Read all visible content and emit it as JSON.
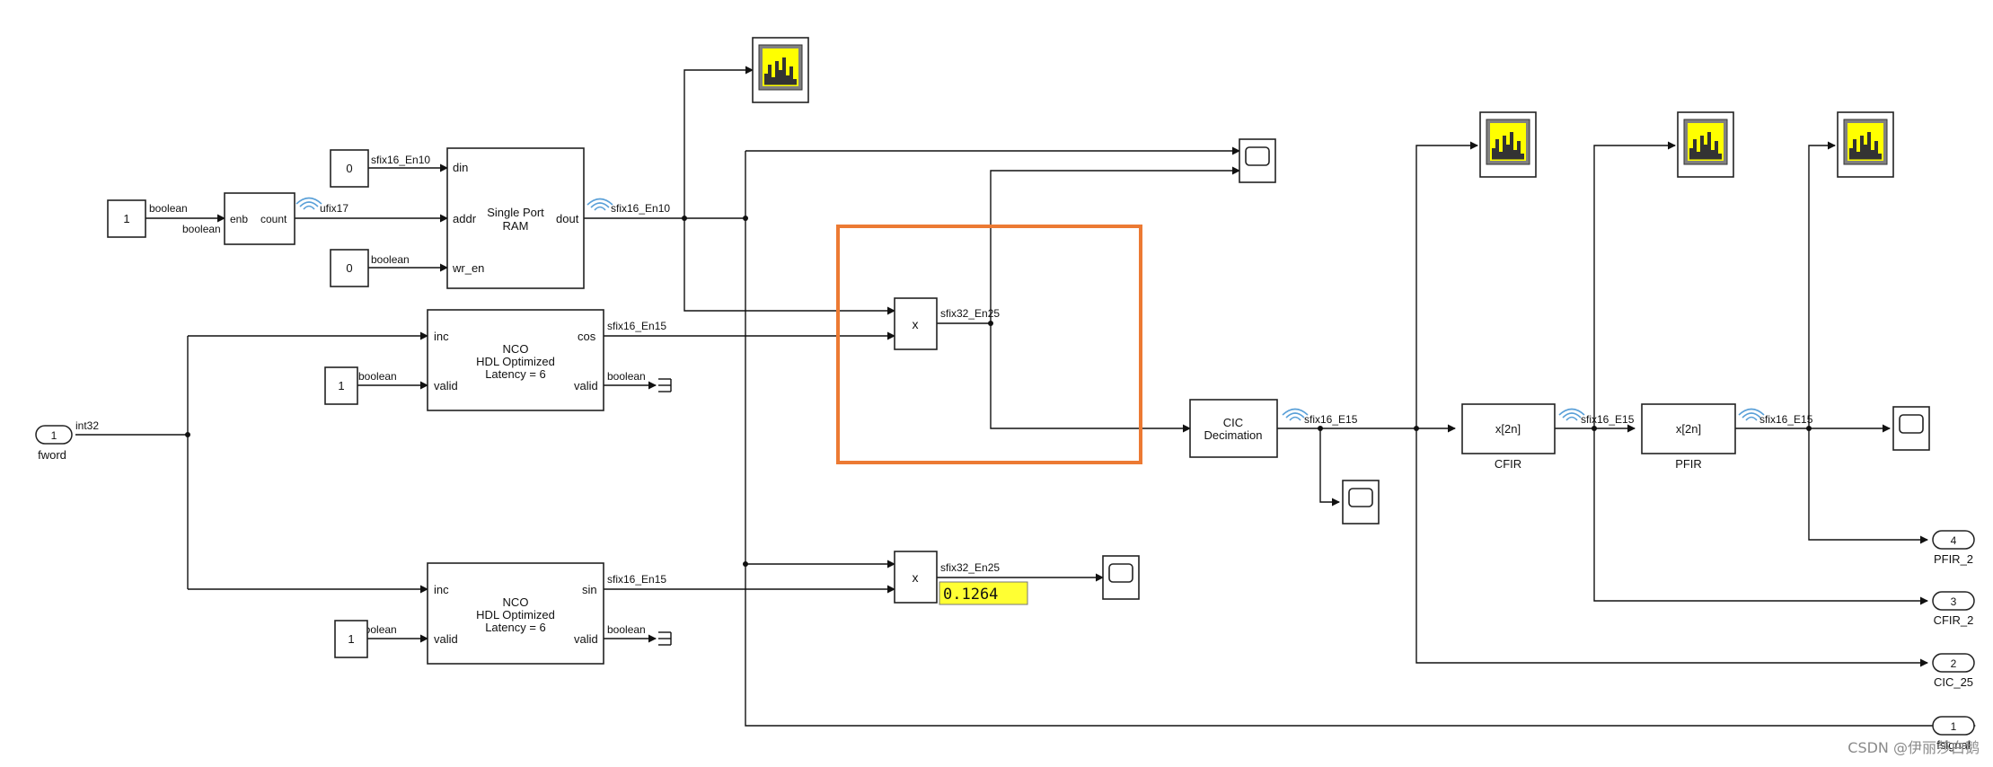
{
  "constants": {
    "count_enable": "1",
    "din_value": "0",
    "wr_en_value": "0",
    "nco_top_valid": "1",
    "nco_bottom_valid": "1"
  },
  "inports": {
    "fword": {
      "number": "1",
      "name": "fword"
    }
  },
  "outports": [
    {
      "number": "4",
      "name": "PFIR_2"
    },
    {
      "number": "3",
      "name": "CFIR_2"
    },
    {
      "number": "2",
      "name": "CIC_25"
    },
    {
      "number": "1",
      "name": "fsignal"
    }
  ],
  "counter": {
    "in_port": "enb",
    "out_port": "count"
  },
  "ram": {
    "title_line1": "Single Port",
    "title_line2": "RAM",
    "ports": {
      "din": "din",
      "addr": "addr",
      "wr_en": "wr_en",
      "dout": "dout"
    }
  },
  "nco": {
    "line1": "NCO",
    "line2": "HDL Optimized",
    "line3": "Latency = 6",
    "port_inc": "inc",
    "port_valid": "valid",
    "port_cos": "cos",
    "port_sin": "sin"
  },
  "product": {
    "symbol": "x"
  },
  "cic": {
    "line1": "CIC",
    "line2": "Decimation"
  },
  "cfir": {
    "symbol": "x[2n]",
    "name": "CFIR"
  },
  "pfir": {
    "symbol": "x[2n]",
    "name": "PFIR"
  },
  "signal_types": {
    "boolean": "boolean",
    "ufix17": "ufix17",
    "sfix16_En10": "sfix16_En10",
    "int32": "int32",
    "sfix16_En15": "sfix16_En15",
    "sfix32_En25": "sfix32_En25",
    "sfix16_E15": "sfix16_E15"
  },
  "display": {
    "value": "0.1264"
  },
  "watermark": "CSDN @伊丽莎白鹅",
  "colors": {
    "highlight": "#ec7a33",
    "display_bg": "#ffff33",
    "scope_icon_bg": "#ffff00"
  }
}
